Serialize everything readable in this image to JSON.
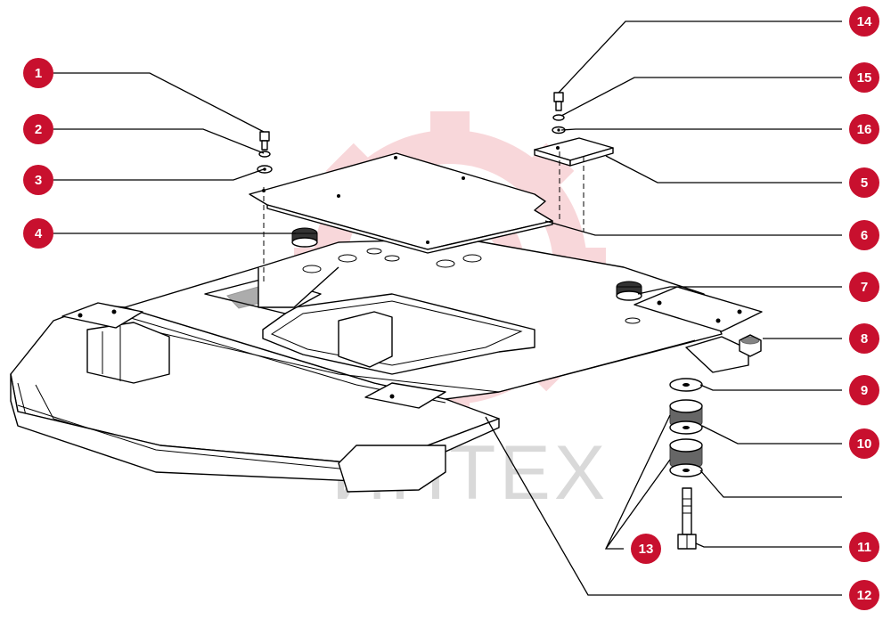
{
  "diagram": {
    "accent_color": "#c8102e",
    "watermark": {
      "text": "ИНТЕХ",
      "gear_color": "#f4b7bd"
    },
    "callouts": [
      {
        "id": "1",
        "label": "1"
      },
      {
        "id": "2",
        "label": "2"
      },
      {
        "id": "3",
        "label": "3"
      },
      {
        "id": "4",
        "label": "4"
      },
      {
        "id": "5",
        "label": "5"
      },
      {
        "id": "6",
        "label": "6"
      },
      {
        "id": "7",
        "label": "7"
      },
      {
        "id": "8",
        "label": "8"
      },
      {
        "id": "9",
        "label": "9"
      },
      {
        "id": "10",
        "label": "10"
      },
      {
        "id": "11",
        "label": "11"
      },
      {
        "id": "12",
        "label": "12"
      },
      {
        "id": "13",
        "label": "13"
      },
      {
        "id": "14",
        "label": "14"
      },
      {
        "id": "15",
        "label": "15"
      },
      {
        "id": "16",
        "label": "16"
      }
    ]
  }
}
